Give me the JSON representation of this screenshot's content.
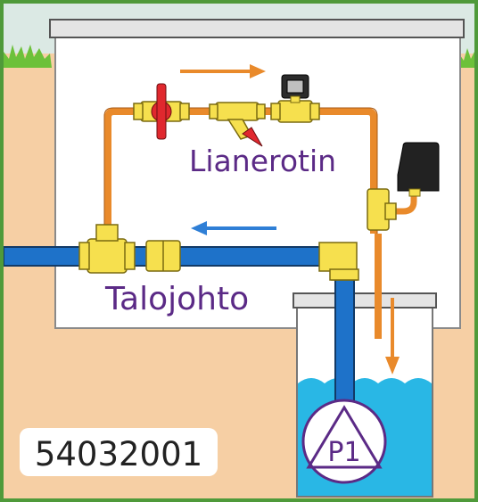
{
  "labels": {
    "strainer": "Lianerotin",
    "supply_line": "Talojohto",
    "pump": "P1",
    "code": "54032001"
  },
  "colors": {
    "frame": "#4f9a3a",
    "soil": "#f6cfa4",
    "sky": "#dbe9e4",
    "grass": "#6cc13a",
    "wall": "#ffffff",
    "ceiling_bar": "#e4e4e4",
    "pipe_blue": "#1e72c9",
    "pipe_orange": "#e98a2b",
    "fitting_yellow": "#f6e04e",
    "valve_red": "#e0282e",
    "water": "#29b7e5",
    "label_purple": "#5b2a86",
    "arrow_orange": "#e98a2b",
    "arrow_blue": "#2f7fd6",
    "text_dark": "#222222"
  },
  "icons": {
    "valve": "ball-valve-icon",
    "strainer": "y-strainer-icon",
    "solenoid": "solenoid-valve-icon",
    "pressure_switch": "pressure-switch-icon",
    "pump": "pump-triangle-icon"
  }
}
